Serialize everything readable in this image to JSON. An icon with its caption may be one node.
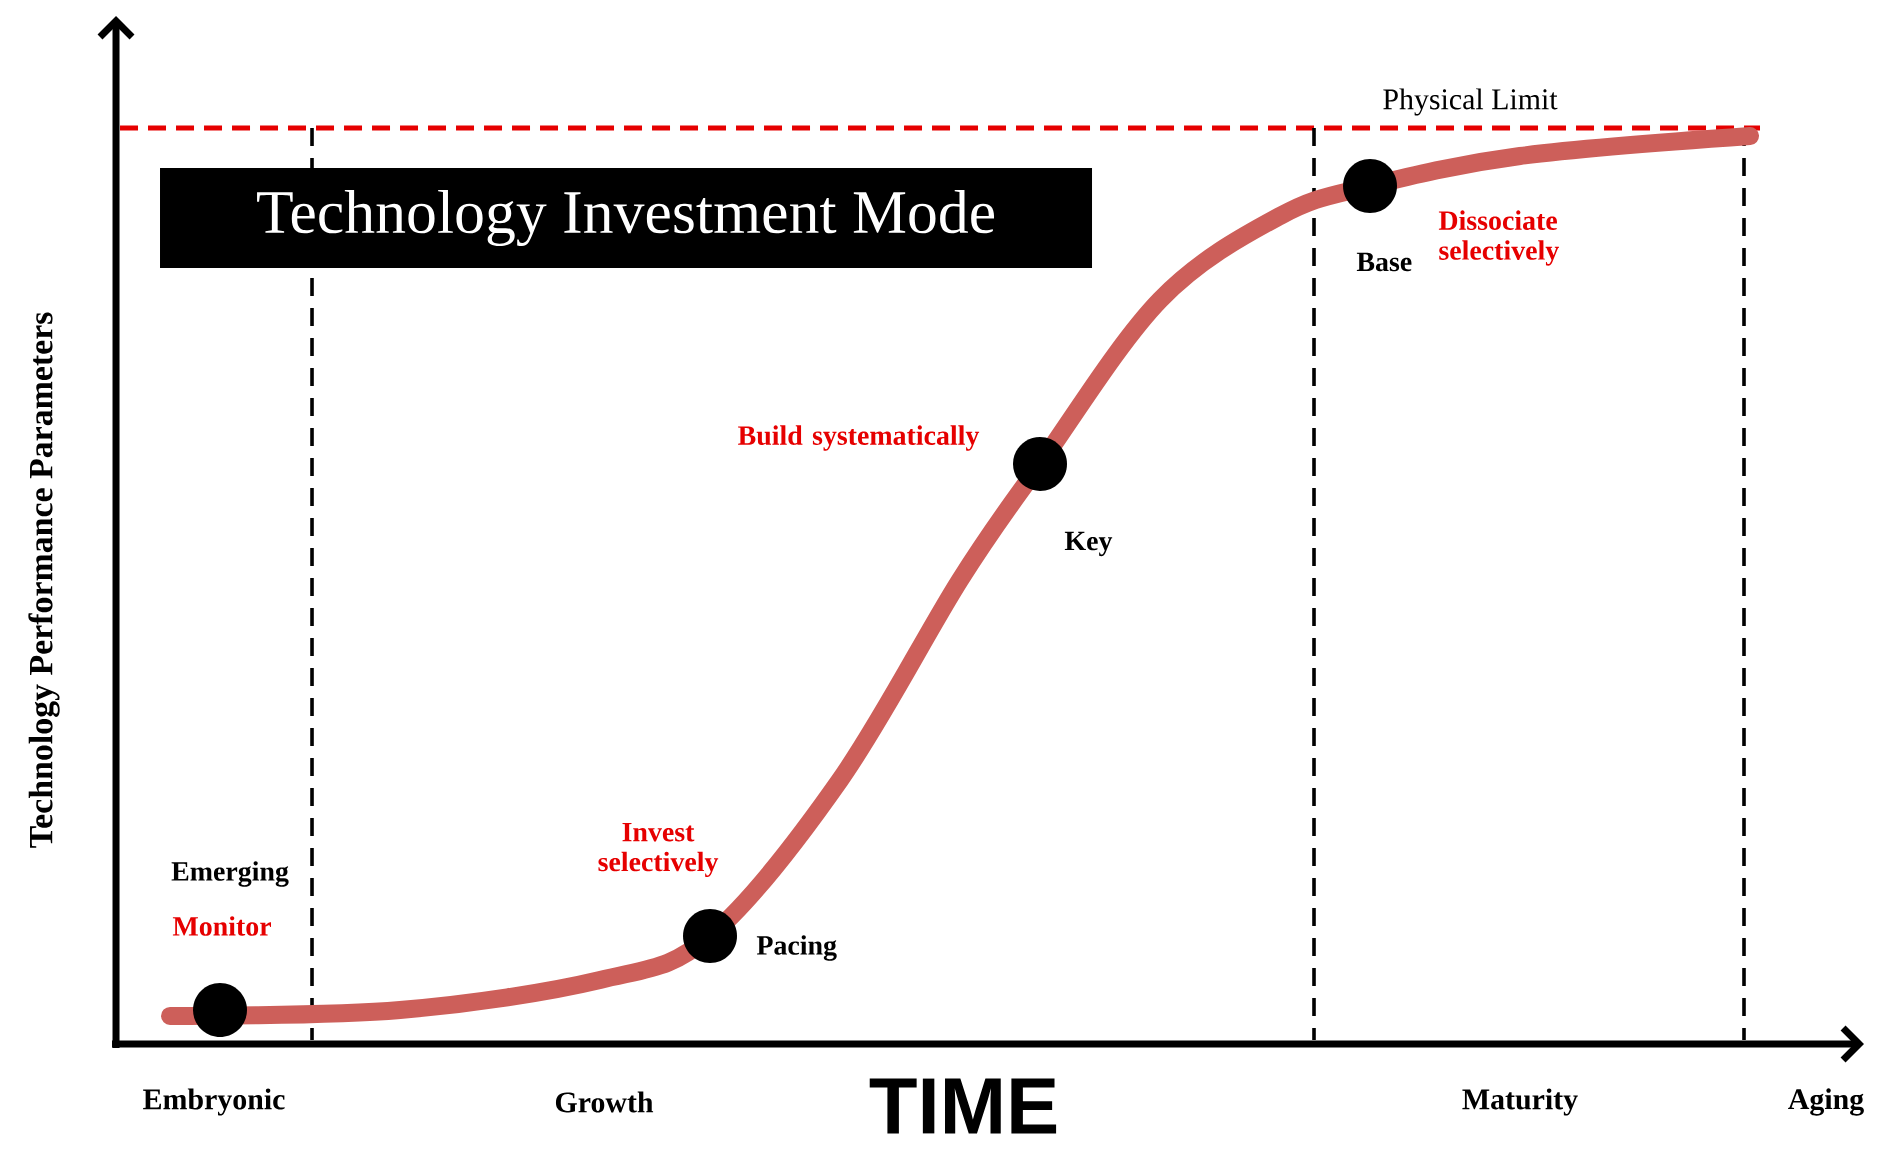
{
  "diagram": {
    "nodes": [
      {
        "text": [
          "Technology Investment Mode"
        ]
      },
      {
        "text": [],
        "shape": "circle",
        "beside": [
          "Emerging",
          "Monitor"
        ]
      },
      {
        "text": [],
        "shape": "circle",
        "beside": [
          "Pacing",
          "Invest selectively"
        ]
      },
      {
        "text": [],
        "shape": "circle",
        "beside": [
          "Key",
          "Build systematically"
        ]
      },
      {
        "text": [],
        "shape": "circle",
        "beside": [
          "Base",
          "Dissociate selectively"
        ]
      }
    ],
    "labels": [
      "Physical Limit",
      "Technology Performance Parameters",
      "Embryonic",
      "Growth",
      "TIME",
      "Maturity",
      "Aging"
    ]
  }
}
